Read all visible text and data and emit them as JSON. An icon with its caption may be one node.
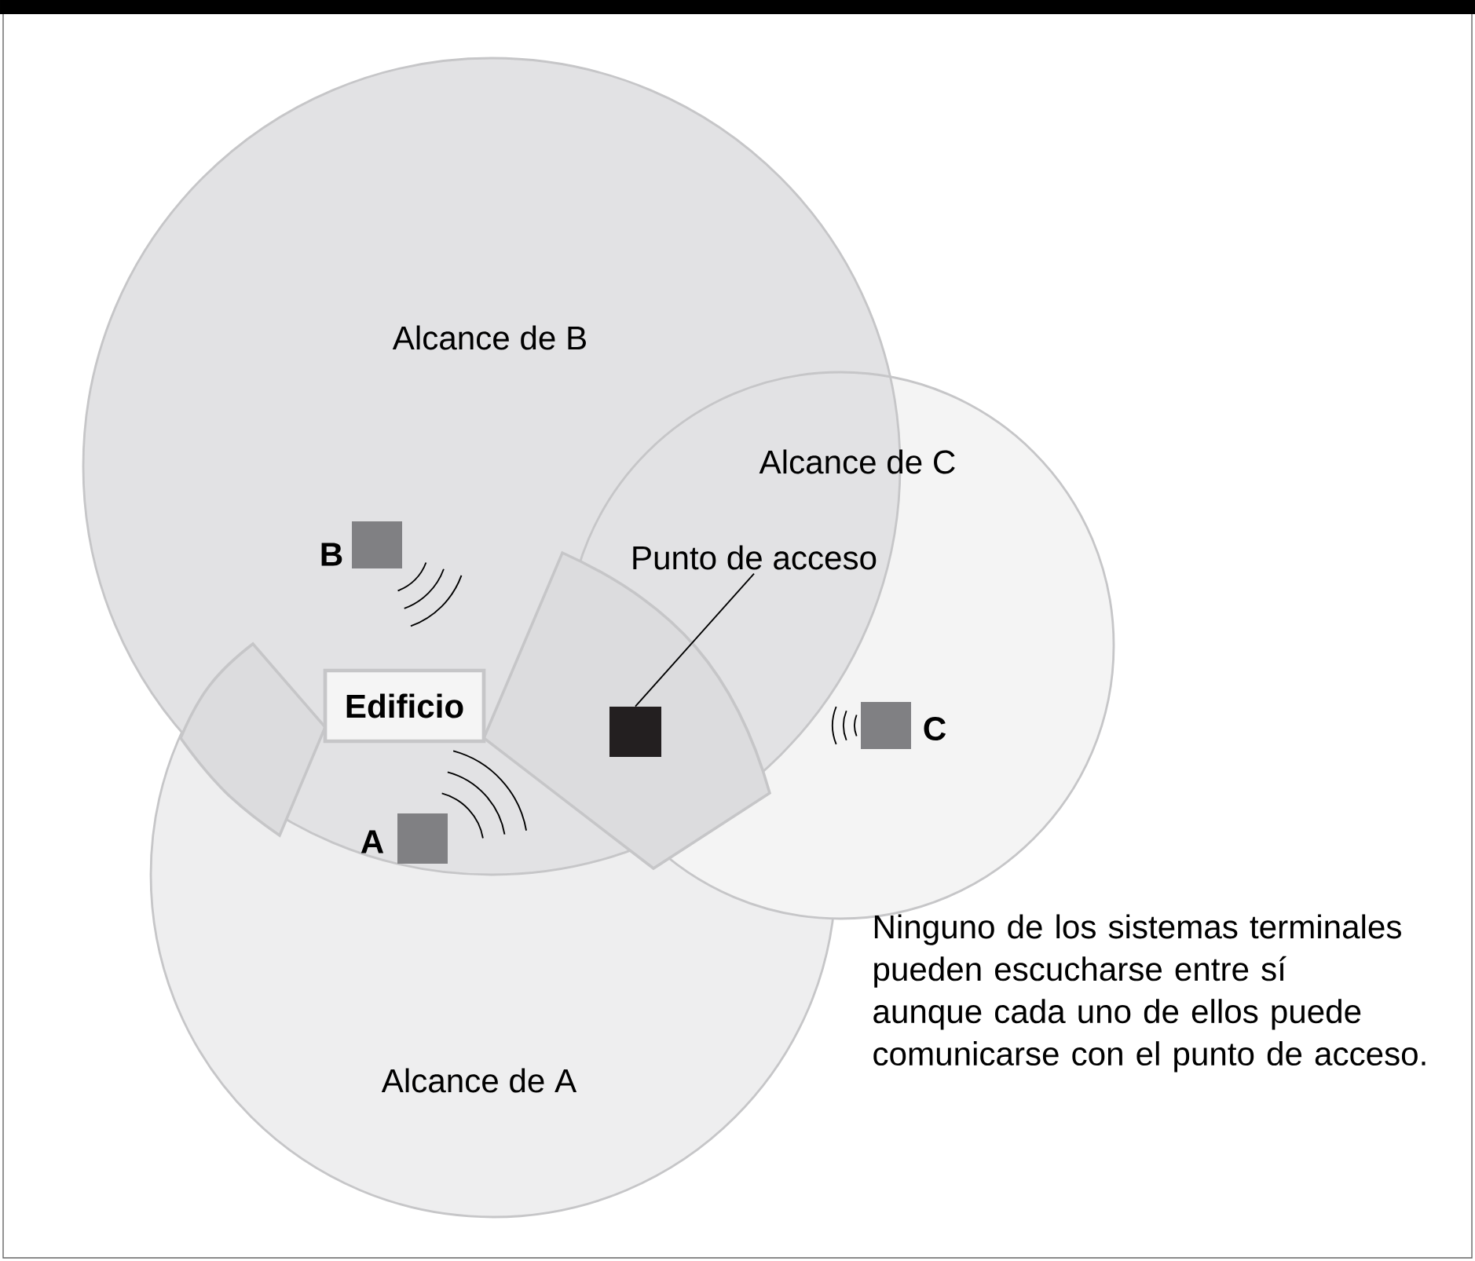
{
  "diagram": {
    "nodes": [
      {
        "text": [
          "Alcance de B"
        ]
      },
      {
        "text": [
          "Alcance de C"
        ]
      },
      {
        "text": [
          "Alcance de A"
        ]
      },
      {
        "text": [],
        "shape": "box",
        "in": 0
      },
      {
        "text": [
          "Edificio"
        ]
      },
      {
        "text": [
          "Punto de acceso"
        ]
      },
      {
        "text": [],
        "shape": "box"
      },
      {
        "text": [],
        "shape": "box",
        "in": 1
      },
      {
        "text": [],
        "shape": "box"
      }
    ],
    "edges": [
      {
        "from": 5,
        "to": 6,
        "arrow": "none"
      }
    ],
    "labels": [
      "B",
      "C",
      "A",
      "Ninguno de los sistemas terminales pueden escucharse entre sí aunque cada uno de ellos puede comunicarse con el punto de acceso."
    ]
  }
}
